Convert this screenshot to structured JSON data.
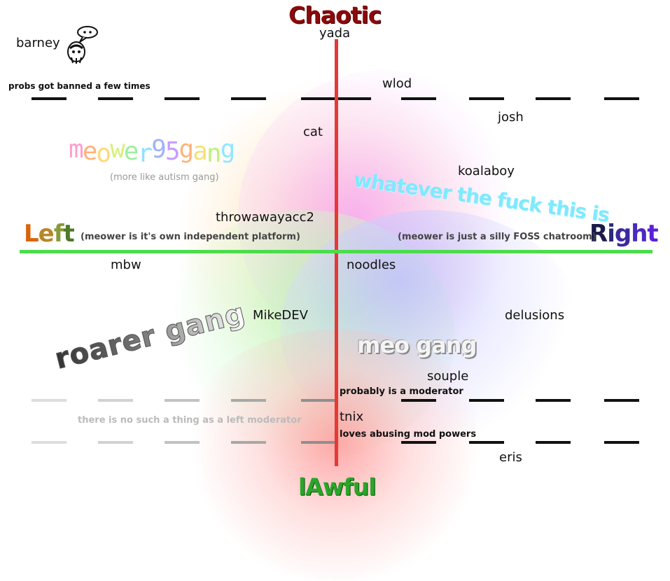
{
  "axes": {
    "top": "Chaotic",
    "bottom": "lAwful",
    "left": "Left",
    "right": "Right",
    "left_note": "(meower is it's own independent platform)",
    "right_note": "(meower is just a silly FOSS chatroom)"
  },
  "regions": {
    "top_left": "meower95 gang",
    "top_left_sub": "(more like autism gang)",
    "top_right": "whatever the fuck this is",
    "bottom_left": "roarer gang",
    "bottom_right": "meo gang"
  },
  "notes": {
    "banned": "probs got banned a few times",
    "moderator": "probably is a moderator",
    "abuse": "loves abusing mod powers",
    "no_left_mod": "there is no such a thing as a left moderator"
  },
  "people": {
    "barney": "barney",
    "yada": "yada",
    "wlod": "wlod",
    "josh": "josh",
    "cat": "cat",
    "koalaboy": "koalaboy",
    "throwawayacc2": "throwawayacc2",
    "mbw": "mbw",
    "noodles": "noodles",
    "mikedev": "MikeDEV",
    "delusions": "delusions",
    "souple": "souple",
    "tnix": "tnix",
    "eris": "eris"
  },
  "colors": {
    "vertical_axis": "#e53935",
    "horizontal_axis": "#4cdc4c",
    "top_left_glow": "#ffd9a0",
    "top_right_glow": "#f8b8ff",
    "bottom_left_glow": "#b8f5b8",
    "bottom_right_glow": "#c8c8ff",
    "bottom_center_glow": "#ff9d9d"
  }
}
